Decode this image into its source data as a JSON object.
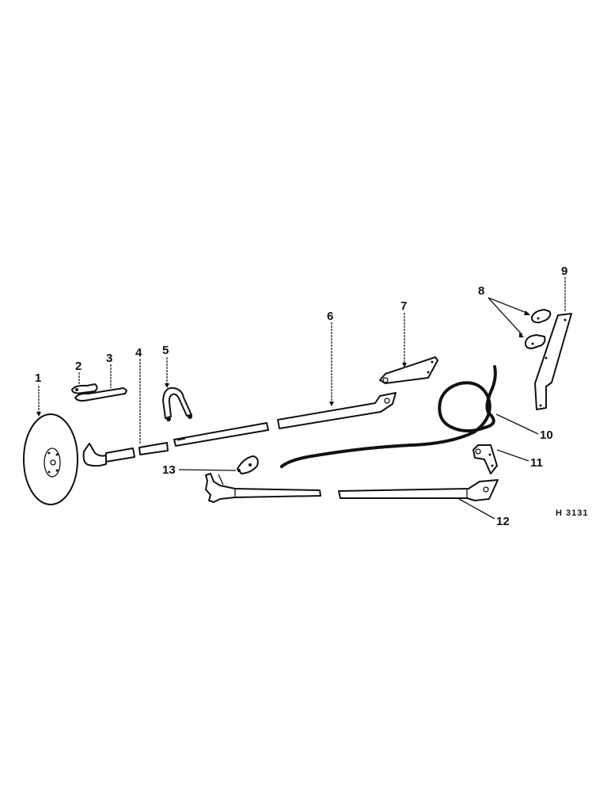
{
  "diagram": {
    "reference_code": "H 3131",
    "callouts": [
      {
        "id": "1",
        "label": "1"
      },
      {
        "id": "2",
        "label": "2"
      },
      {
        "id": "3",
        "label": "3"
      },
      {
        "id": "4",
        "label": "4"
      },
      {
        "id": "5",
        "label": "5"
      },
      {
        "id": "6",
        "label": "6"
      },
      {
        "id": "7",
        "label": "7"
      },
      {
        "id": "8",
        "label": "8"
      },
      {
        "id": "9",
        "label": "9"
      },
      {
        "id": "10",
        "label": "10"
      },
      {
        "id": "11",
        "label": "11"
      },
      {
        "id": "12",
        "label": "12"
      },
      {
        "id": "13",
        "label": "13"
      }
    ],
    "colors": {
      "ink": "#111111",
      "background": "#ffffff"
    }
  }
}
